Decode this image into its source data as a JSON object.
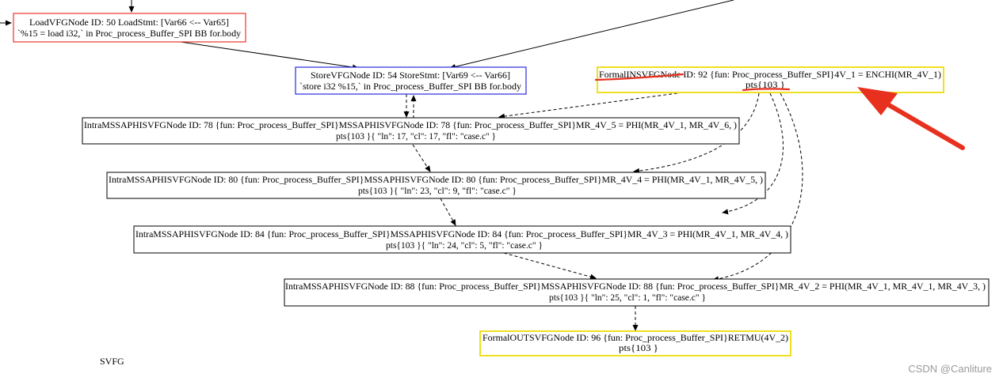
{
  "graph_label": "SVFG",
  "watermark": "CSDN @Canliture",
  "colors": {
    "red_border": "#e8342a",
    "blue_border": "#2a2ae0",
    "yellow_border": "#f0e020",
    "annotation": "#e8301e"
  },
  "nodes": {
    "load50": {
      "line1": "LoadVFGNode ID: 50 LoadStmt: [Var66 <-- Var65]",
      "line2": "`%15 = load i32,` in Proc_process_Buffer_SPI BB for.body"
    },
    "store54": {
      "line1": "StoreVFGNode ID: 54 StoreStmt: [Var69 <-- Var66]",
      "line2": "`store i32 %15,` in Proc_process_Buffer_SPI BB for.body"
    },
    "formalin92": {
      "line1": "FormalINSVFGNode ID: 92 {fun: Proc_process_Buffer_SPI}4V_1 = ENCHI(MR_4V_1)",
      "line2": "pts{103 }"
    },
    "phi78": {
      "line1": "IntraMSSAPHISVFGNode ID: 78 {fun: Proc_process_Buffer_SPI}MSSAPHISVFGNode ID: 78 {fun: Proc_process_Buffer_SPI}MR_4V_5 = PHI(MR_4V_1, MR_4V_6, )",
      "line2": "pts{103 }{ \"ln\": 17, \"cl\": 17, \"fl\": \"case.c\" }"
    },
    "phi80": {
      "line1": "IntraMSSAPHISVFGNode ID: 80 {fun: Proc_process_Buffer_SPI}MSSAPHISVFGNode ID: 80 {fun: Proc_process_Buffer_SPI}MR_4V_4 = PHI(MR_4V_1, MR_4V_5, )",
      "line2": "pts{103 }{ \"ln\": 23, \"cl\": 9, \"fl\": \"case.c\" }"
    },
    "phi84": {
      "line1": "IntraMSSAPHISVFGNode ID: 84 {fun: Proc_process_Buffer_SPI}MSSAPHISVFGNode ID: 84 {fun: Proc_process_Buffer_SPI}MR_4V_3 = PHI(MR_4V_1, MR_4V_4, )",
      "line2": "pts{103 }{ \"ln\": 24, \"cl\": 5, \"fl\": \"case.c\" }"
    },
    "phi88": {
      "line1": "IntraMSSAPHISVFGNode ID: 88 {fun: Proc_process_Buffer_SPI}MSSAPHISVFGNode ID: 88 {fun: Proc_process_Buffer_SPI}MR_4V_2 = PHI(MR_4V_1, MR_4V_1, MR_4V_3, )",
      "line2": "pts{103 }{ \"ln\": 25, \"cl\": 1, \"fl\": \"case.c\" }"
    },
    "formalout96": {
      "line1": "FormalOUTSVFGNode ID: 96 {fun: Proc_process_Buffer_SPI}RETMU(4V_2)",
      "line2": "pts{103 }"
    }
  }
}
